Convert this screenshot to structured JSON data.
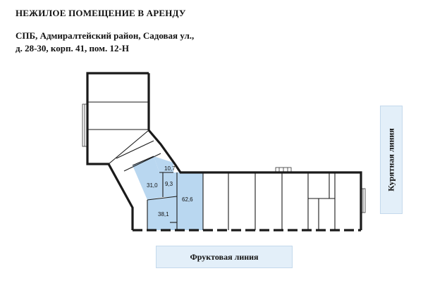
{
  "header": {
    "title": "НЕЖИЛОЕ ПОМЕЩЕНИЕ В АРЕНДУ",
    "address_line1": "СПБ, Адмиралтейский район, Садовая ул.,",
    "address_line2": "д. 28-30, корп. 41, пом. 12-Н"
  },
  "streets": {
    "bottom": "Фруктовая линия",
    "right": "Курятная линия"
  },
  "rooms": {
    "r1": "10,7",
    "r2": "31,0",
    "r3": "9,3",
    "r4": "62,6",
    "r5": "38,1"
  },
  "colors": {
    "highlight": "#b9d7f0",
    "wall": "#1a1a1a",
    "street_bg": "#e3eff9"
  }
}
